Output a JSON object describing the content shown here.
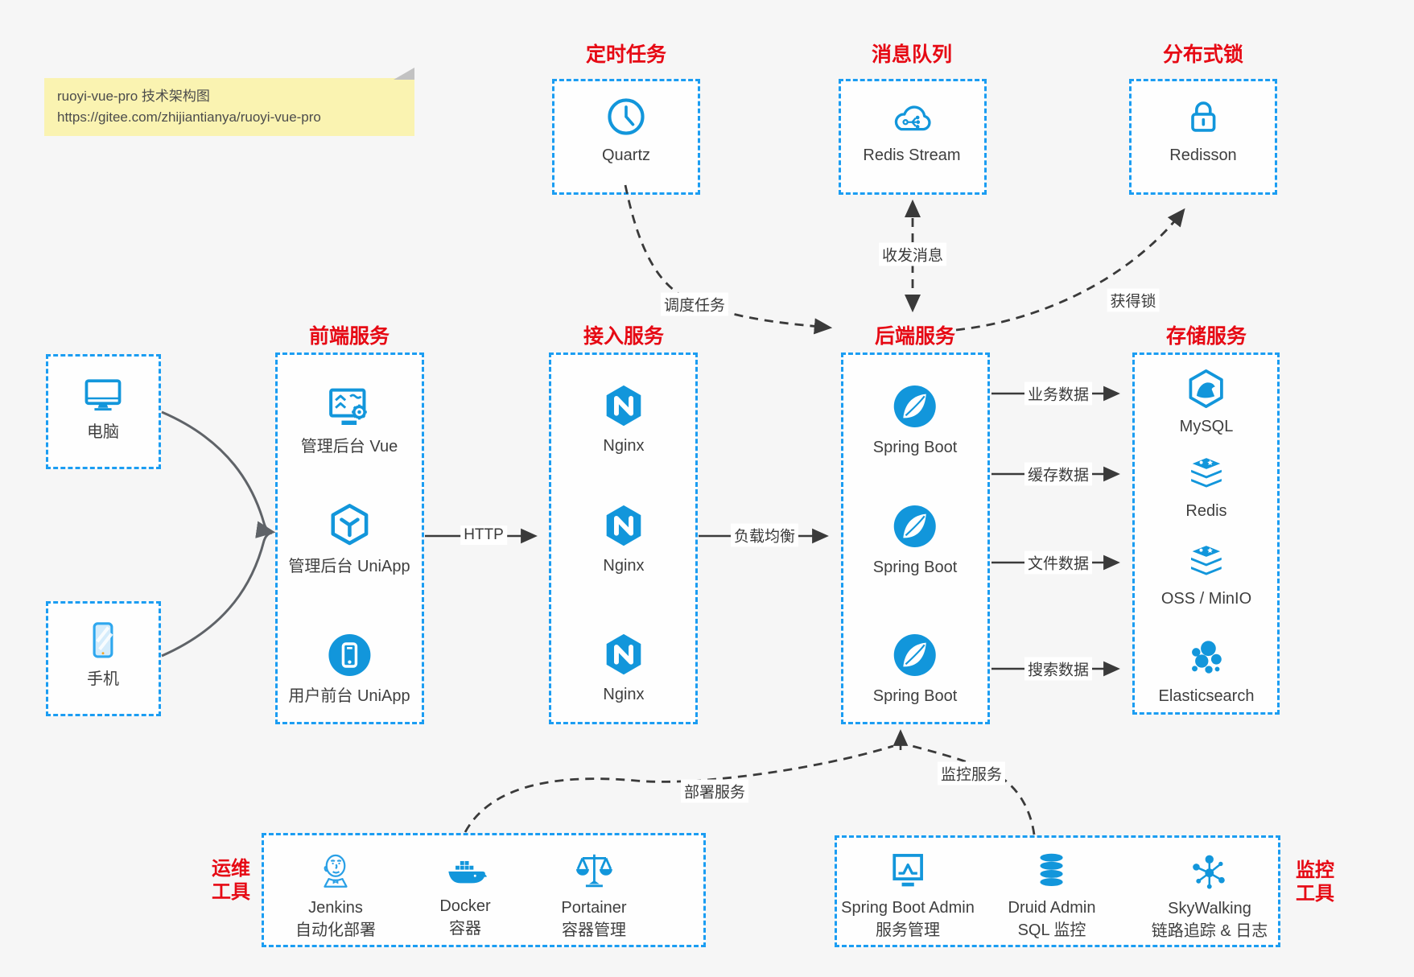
{
  "note": {
    "line1": "ruoyi-vue-pro 技术架构图",
    "line2": "https://gitee.com/zhijiantianya/ruoyi-vue-pro"
  },
  "top_groups": [
    {
      "title": "定时任务",
      "label": "Quartz",
      "icon": "clock-icon"
    },
    {
      "title": "消息队列",
      "label": "Redis Stream",
      "icon": "message-cloud-icon"
    },
    {
      "title": "分布式锁",
      "label": "Redisson",
      "icon": "lock-icon"
    }
  ],
  "clients": [
    {
      "label": "电脑",
      "icon": "desktop-icon"
    },
    {
      "label": "手机",
      "icon": "smartphone-icon"
    }
  ],
  "frontend": {
    "title": "前端服务",
    "items": [
      {
        "label": "管理后台 Vue"
      },
      {
        "label": "管理后台 UniApp"
      },
      {
        "label": "用户前台 UniApp"
      }
    ]
  },
  "gateway": {
    "title": "接入服务",
    "items": [
      {
        "label": "Nginx"
      },
      {
        "label": "Nginx"
      },
      {
        "label": "Nginx"
      }
    ]
  },
  "backend": {
    "title": "后端服务",
    "items": [
      {
        "label": "Spring Boot"
      },
      {
        "label": "Spring Boot"
      },
      {
        "label": "Spring Boot"
      }
    ]
  },
  "storage": {
    "title": "存储服务",
    "items": [
      {
        "label": "MySQL"
      },
      {
        "label": "Redis"
      },
      {
        "label": "OSS / MinIO"
      },
      {
        "label": "Elasticsearch"
      }
    ]
  },
  "ops": {
    "title_line1": "运维",
    "title_line2": "工具",
    "items": [
      {
        "name": "Jenkins",
        "desc": "自动化部署"
      },
      {
        "name": "Docker",
        "desc": "容器"
      },
      {
        "name": "Portainer",
        "desc": "容器管理"
      }
    ]
  },
  "monitoring": {
    "title_line1": "监控",
    "title_line2": "工具",
    "items": [
      {
        "name": "Spring Boot Admin",
        "desc": "服务管理"
      },
      {
        "name": "Druid Admin",
        "desc": "SQL 监控"
      },
      {
        "name": "SkyWalking",
        "desc": "链路追踪 & 日志"
      }
    ]
  },
  "edges": {
    "schedule": "调度任务",
    "message": "收发消息",
    "lock": "获得锁",
    "http": "HTTP",
    "load_balance": "负载均衡",
    "business": "业务数据",
    "cache": "缓存数据",
    "file": "文件数据",
    "search": "搜索数据",
    "deploy": "部署服务",
    "monitor": "监控服务"
  },
  "colors": {
    "accent": "#1296db",
    "dashed_border": "#1b9df2",
    "title_red": "#e60914",
    "note_bg": "#faf3b1",
    "background": "#f6f6f6"
  }
}
